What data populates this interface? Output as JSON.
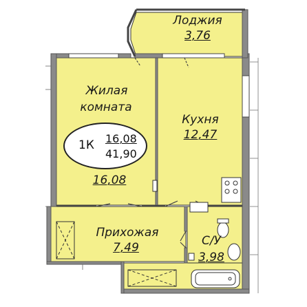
{
  "apartment": {
    "type": "1К",
    "living_area": "16,08",
    "total_area": "41,90"
  },
  "rooms": {
    "loggia": {
      "name": "Лоджия",
      "area": "3,76"
    },
    "living": {
      "name_line1": "Жилая",
      "name_line2": "комната",
      "area": "16,08"
    },
    "kitchen": {
      "name": "Кухня",
      "area": "12,47"
    },
    "hall": {
      "name": "Прихожая",
      "area": "7,49"
    },
    "bathroom": {
      "name": "С/У",
      "area": "3,98"
    }
  },
  "colors": {
    "room_fill": "#f4f08c",
    "wall": "#555555",
    "wall_fill": "#8a8a8a",
    "outline": "#333333",
    "background": "#ffffff"
  }
}
